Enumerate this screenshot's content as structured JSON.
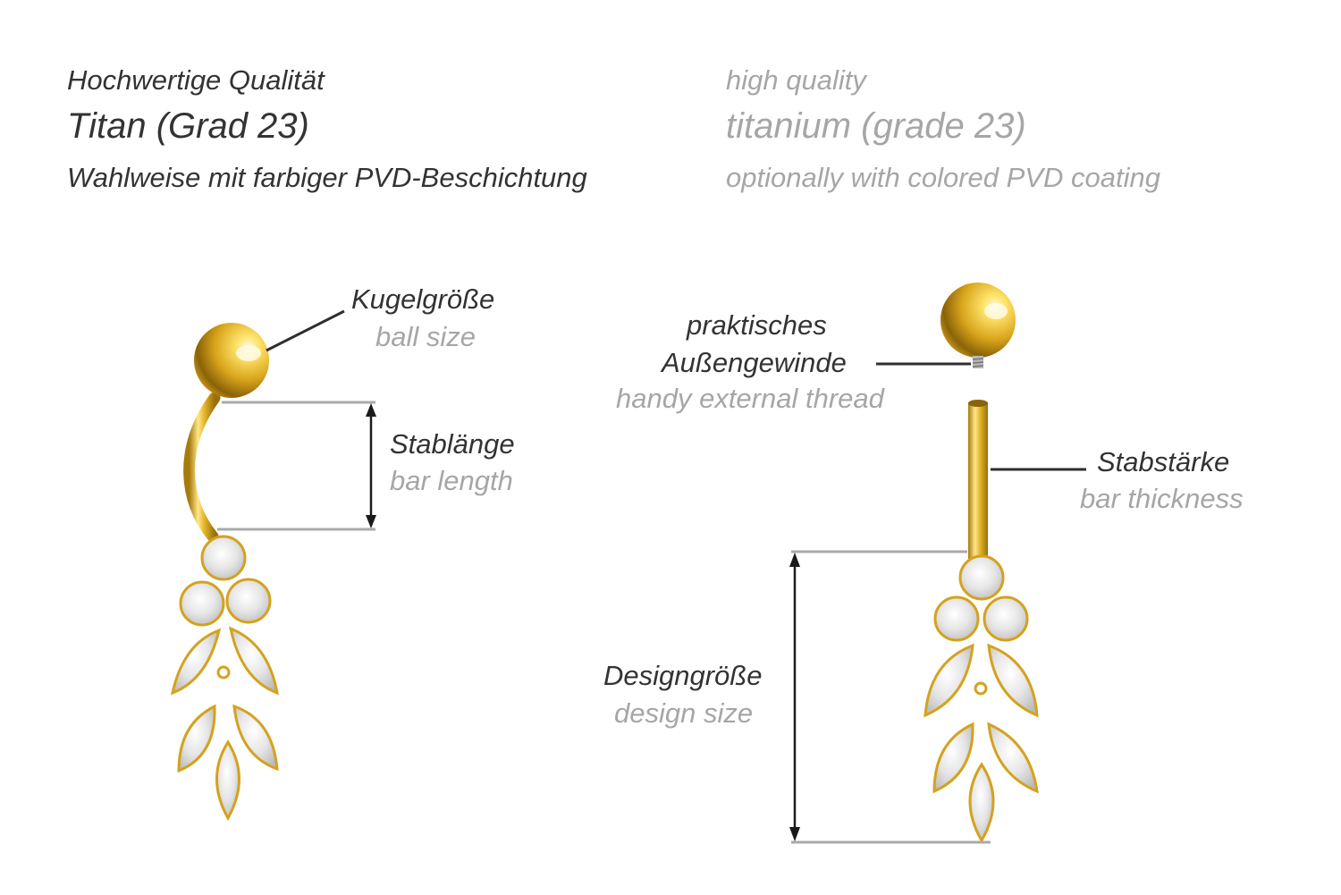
{
  "header": {
    "de": {
      "quality": "Hochwertige Qualität",
      "material": "Titan (Grad 23)",
      "coating": "Wahlweise mit farbiger PVD-Beschichtung"
    },
    "en": {
      "quality": "high quality",
      "material": "titanium (grade 23)",
      "coating": "optionally with colored PVD coating"
    }
  },
  "labels": {
    "ball_size": {
      "de": "Kugelgröße",
      "en": "ball size"
    },
    "bar_length": {
      "de": "Stablänge",
      "en": "bar length"
    },
    "thread": {
      "de_line1": "praktisches",
      "de_line2": "Außengewinde",
      "en": "handy external thread"
    },
    "bar_thickness": {
      "de": "Stabstärke",
      "en": "bar thickness"
    },
    "design_size": {
      "de": "Designgröße",
      "en": "design size"
    }
  },
  "colors": {
    "gold": "#e2b325",
    "leader_line": "#2e2e2e",
    "dimension_line": "#aaaaaa",
    "german_text": "#333333",
    "english_text": "#a6a6a6"
  }
}
